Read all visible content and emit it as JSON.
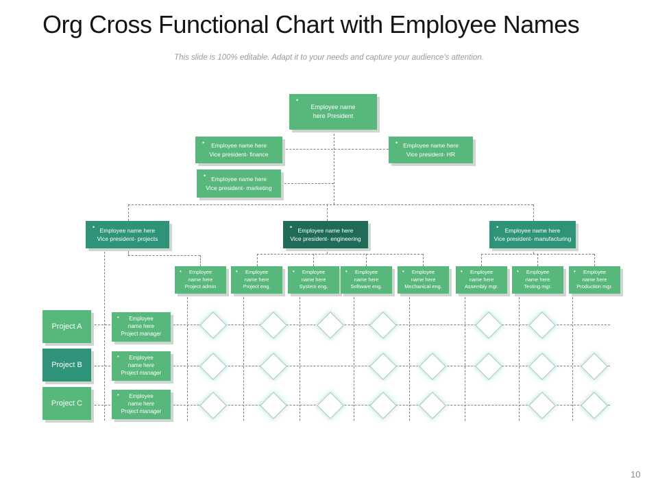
{
  "slide": {
    "title": "Org Cross Functional Chart with Employee Names",
    "subtitle": "This slide is 100% editable. Adapt it to your needs and capture your audience's attention.",
    "page_number": "10"
  },
  "glyphs": {
    "bullet": "•"
  },
  "colors": {
    "box_light_green": "#58b87c",
    "box_medium_teal": "#2e9378",
    "box_dark_teal": "#1f6b58",
    "connector_gray": "#7d7d7d",
    "diamond_outline": "#9fc6bc",
    "box_shadow_gray": "#cfd5d1",
    "subtitle_gray": "#9a9a9a"
  },
  "org": {
    "president": {
      "lines": [
        "Employee  name",
        "here President"
      ]
    },
    "vp_finance": {
      "lines": [
        "Employee  name here",
        "Vice president- finance"
      ]
    },
    "vp_hr": {
      "lines": [
        "Employee  name here",
        "Vice president- HR"
      ]
    },
    "vp_marketing": {
      "lines": [
        "Employee name here",
        "Vice president- marketing"
      ]
    },
    "vp_projects": {
      "lines": [
        "Employee name here",
        "Vice president- projects"
      ]
    },
    "vp_engineering": {
      "lines": [
        "Employee name here",
        "Vice president- engineering"
      ]
    },
    "vp_manufacturing": {
      "lines": [
        "Employee name here",
        "Vice president- manufacturing"
      ]
    },
    "employees": [
      {
        "lines": [
          "Employee",
          "name here",
          "Project admin"
        ]
      },
      {
        "lines": [
          "Employee",
          "name here",
          "Project eng."
        ]
      },
      {
        "lines": [
          "Employee",
          "name here",
          "System eng."
        ]
      },
      {
        "lines": [
          "Employee",
          "name here",
          "Software eng."
        ]
      },
      {
        "lines": [
          "Employee",
          "name here",
          "Mechanical  eng."
        ]
      },
      {
        "lines": [
          "Employee",
          "name here",
          "Assembly mgr."
        ]
      },
      {
        "lines": [
          "Employee",
          "name here",
          "Testing mgr."
        ]
      },
      {
        "lines": [
          "Employee",
          "name here",
          "Production  mgr."
        ]
      }
    ],
    "projects": [
      {
        "label": "Project A"
      },
      {
        "label": "Project B"
      },
      {
        "label": "Project C"
      }
    ],
    "project_managers": [
      {
        "lines": [
          "Employee",
          "name here",
          "Project manager"
        ]
      },
      {
        "lines": [
          "Employee",
          "name here",
          "Project manager"
        ]
      },
      {
        "lines": [
          "Employee",
          "name here",
          "Project manager"
        ]
      }
    ]
  },
  "matrix": {
    "column_roles": [
      "Project admin",
      "Project eng.",
      "System eng.",
      "Software eng.",
      "Mechanical eng.",
      "Assembly mgr.",
      "Testing mgr.",
      "Production mgr."
    ],
    "rows": [
      {
        "project": "Project A",
        "cells": [
          1,
          1,
          1,
          1,
          0,
          1,
          1,
          0
        ]
      },
      {
        "project": "Project B",
        "cells": [
          1,
          1,
          0,
          1,
          1,
          1,
          1,
          1
        ]
      },
      {
        "project": "Project C",
        "cells": [
          1,
          1,
          1,
          1,
          1,
          0,
          1,
          1
        ]
      }
    ]
  }
}
